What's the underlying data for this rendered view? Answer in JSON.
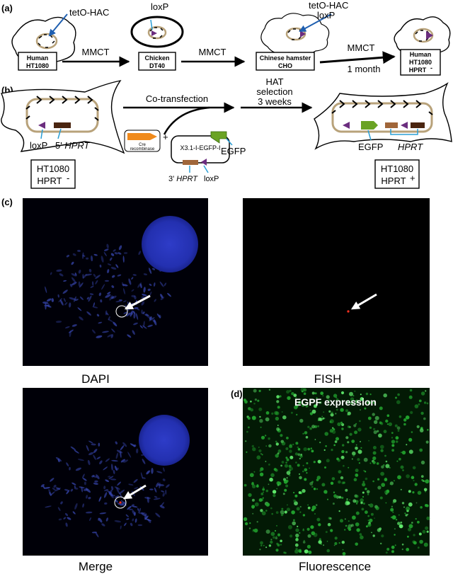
{
  "panels": {
    "a": "(a)",
    "b": "(b)",
    "c": "(c)",
    "d": "(d)"
  },
  "panel_a": {
    "tetO_hac_label_1": "tetO-HAC",
    "loxp_label_1": "loxP",
    "tetO_hac_label_2": "tetO-HAC",
    "loxp_label_2": "loxP",
    "mmct_1": "MMCT",
    "mmct_2": "MMCT",
    "mmct_3": "MMCT",
    "duration": "1 month",
    "box1_line1": "Human",
    "box1_line2": "HT1080",
    "box2_line1": "Chicken",
    "box2_line2": "DT40",
    "box3_line1": "Chinese hamster",
    "box3_line2": "CHO",
    "box4_line1": "Human",
    "box4_line2": "HT1080",
    "box4_line3": "HPRT",
    "box4_sup": "-"
  },
  "panel_b": {
    "cotransfection": "Co-transfection",
    "hat_line1": "HAT",
    "hat_line2": "selection",
    "hat_line3": "3 weeks",
    "loxp_left": "loxP",
    "five_prime": "5' ",
    "hprt_italic_1": "HPRT",
    "cre": "Cre",
    "recombinase": "recombinase",
    "plus": "+",
    "vector_name": "X3.1-I-EGFP-I",
    "egfp_vec": "EGFP",
    "three_prime": "3' ",
    "hprt_italic_2": "HPRT",
    "loxp_vec": "loxP",
    "egfp_right": "EGFP",
    "hprt_italic_3": "HPRT",
    "box_left_line1": "HT1080",
    "box_left_line2": "HPRT",
    "box_left_sup": "-",
    "box_right_line1": "HT1080",
    "box_right_line2": "HPRT",
    "box_right_sup": "+"
  },
  "panel_c": {
    "dapi": "DAPI",
    "fish": "FISH",
    "merge": "Merge"
  },
  "panel_d": {
    "overlay": "EGPF expression",
    "caption": "Fluorescence"
  },
  "colors": {
    "arrow_blue": "#1f5fb0",
    "loxp_purple": "#6b2d7f",
    "hprt_brown_dark": "#4a2510",
    "hprt_brown": "#a0663a",
    "egfp_green": "#6aa324",
    "cre_orange": "#f08a1c",
    "hac_tan": "#b8a27a",
    "dapi_blue": "#2a3a9a",
    "egfp_fluor": "#2fbf3a",
    "leader_cyan": "#2a9fd6"
  }
}
